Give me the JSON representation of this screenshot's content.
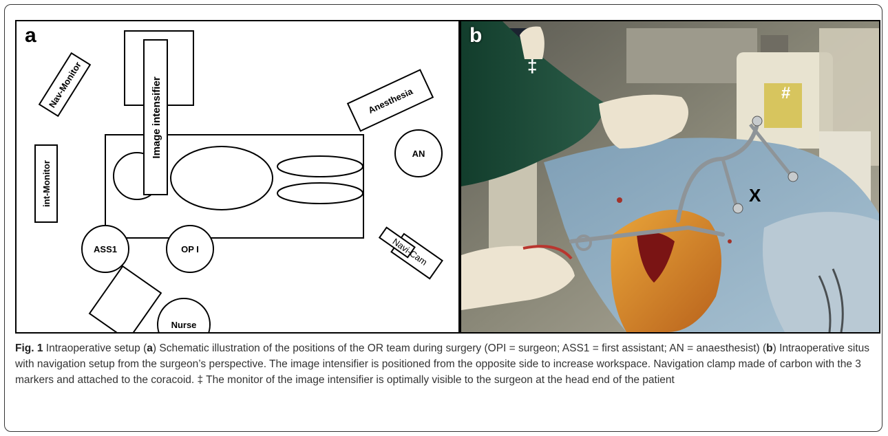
{
  "figure": {
    "panel_a": {
      "letter": "a",
      "labels": {
        "nav_monitor": "Nav-Monitor",
        "image_intensifier": "Image intensifier",
        "anesthesia": "Anesthesia",
        "an": "AN",
        "int_monitor": "int-Monitor",
        "ass1": "ASS1",
        "opi": "OP I",
        "navi_cam": "Navi-Cam",
        "nurse": "Nurse"
      }
    },
    "panel_b": {
      "letter": "b",
      "markers": {
        "double_dagger": "‡",
        "hash": "#",
        "x": "X"
      }
    },
    "caption": {
      "fig_label": "Fig. 1",
      "text_1": " Intraoperative setup (",
      "a": "a",
      "text_2": ") Schematic illustration of the positions of the OR team during surgery (OPI = surgeon; ASS1 = first assistant; AN = anaesthesist) (",
      "b": "b",
      "text_3": ") Intraoperative situs with navigation setup from the surgeon’s perspective. The image intensifier is positioned from the opposite side to increase workspace.      Navigation clamp made of carbon with the 3 markers and attached to the coracoid. ‡ The monitor of the image intensifier is optimally visible to the surgeon at the head end of the patient"
    }
  }
}
